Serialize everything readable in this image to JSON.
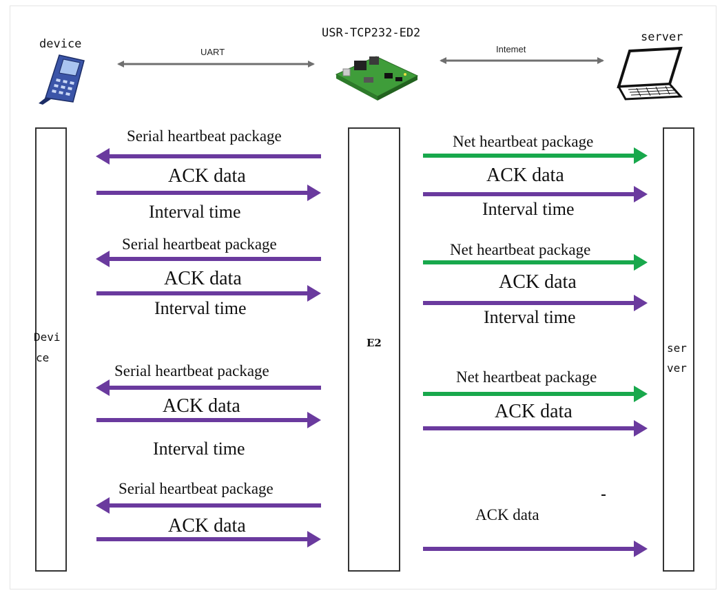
{
  "colors": {
    "purple": "#6a3a9e",
    "green": "#18a84c",
    "gray_arrow": "#6f6f6f",
    "lifeline": "#333333"
  },
  "header": {
    "device_label": "device",
    "module_label": "USR-TCP232-ED2",
    "server_label": "server",
    "left_link_label": "UART",
    "right_link_label": "Intemet"
  },
  "icons": {
    "device": "handheld-terminal-icon",
    "module": "circuit-board-module-icon",
    "server": "laptop-icon"
  },
  "lifelines": {
    "device": [
      "Devi",
      "ce"
    ],
    "module": "E2",
    "server": [
      "ser",
      "ver"
    ]
  },
  "left_labels": [
    "Serial heartbeat package",
    "ACK data",
    "Interval time",
    "Serial heartbeat package",
    "ACK data",
    "Interval time",
    "Serial heartbeat package",
    "ACK data",
    "Interval time",
    "Serial heartbeat package",
    "ACK data"
  ],
  "right_labels": [
    "Net heartbeat package",
    "ACK data",
    "Interval time",
    "Net heartbeat package",
    "ACK data",
    "Interval time",
    "Net heartbeat package",
    "ACK data",
    "ACK data"
  ],
  "messages": [
    {
      "side": "left",
      "direction": "to-device",
      "color": "purple",
      "label_index": 0
    },
    {
      "side": "left",
      "direction": "to-module",
      "color": "purple",
      "label_index": 1
    },
    {
      "side": "left",
      "direction": "to-device",
      "color": "purple",
      "label_index": 3
    },
    {
      "side": "left",
      "direction": "to-module",
      "color": "purple",
      "label_index": 4
    },
    {
      "side": "left",
      "direction": "to-device",
      "color": "purple",
      "label_index": 6
    },
    {
      "side": "left",
      "direction": "to-module",
      "color": "purple",
      "label_index": 7
    },
    {
      "side": "left",
      "direction": "to-device",
      "color": "purple",
      "label_index": 9
    },
    {
      "side": "left",
      "direction": "to-module",
      "color": "purple",
      "label_index": 10
    },
    {
      "side": "right",
      "direction": "to-server",
      "color": "green",
      "label_index": 0
    },
    {
      "side": "right",
      "direction": "to-server",
      "color": "purple",
      "label_index": 1
    },
    {
      "side": "right",
      "direction": "to-server",
      "color": "green",
      "label_index": 3
    },
    {
      "side": "right",
      "direction": "to-server",
      "color": "purple",
      "label_index": 4
    },
    {
      "side": "right",
      "direction": "to-server",
      "color": "green",
      "label_index": 6
    },
    {
      "side": "right",
      "direction": "to-server",
      "color": "purple",
      "label_index": 7
    },
    {
      "side": "right",
      "direction": "to-server",
      "color": "purple",
      "label_index": 8
    }
  ]
}
